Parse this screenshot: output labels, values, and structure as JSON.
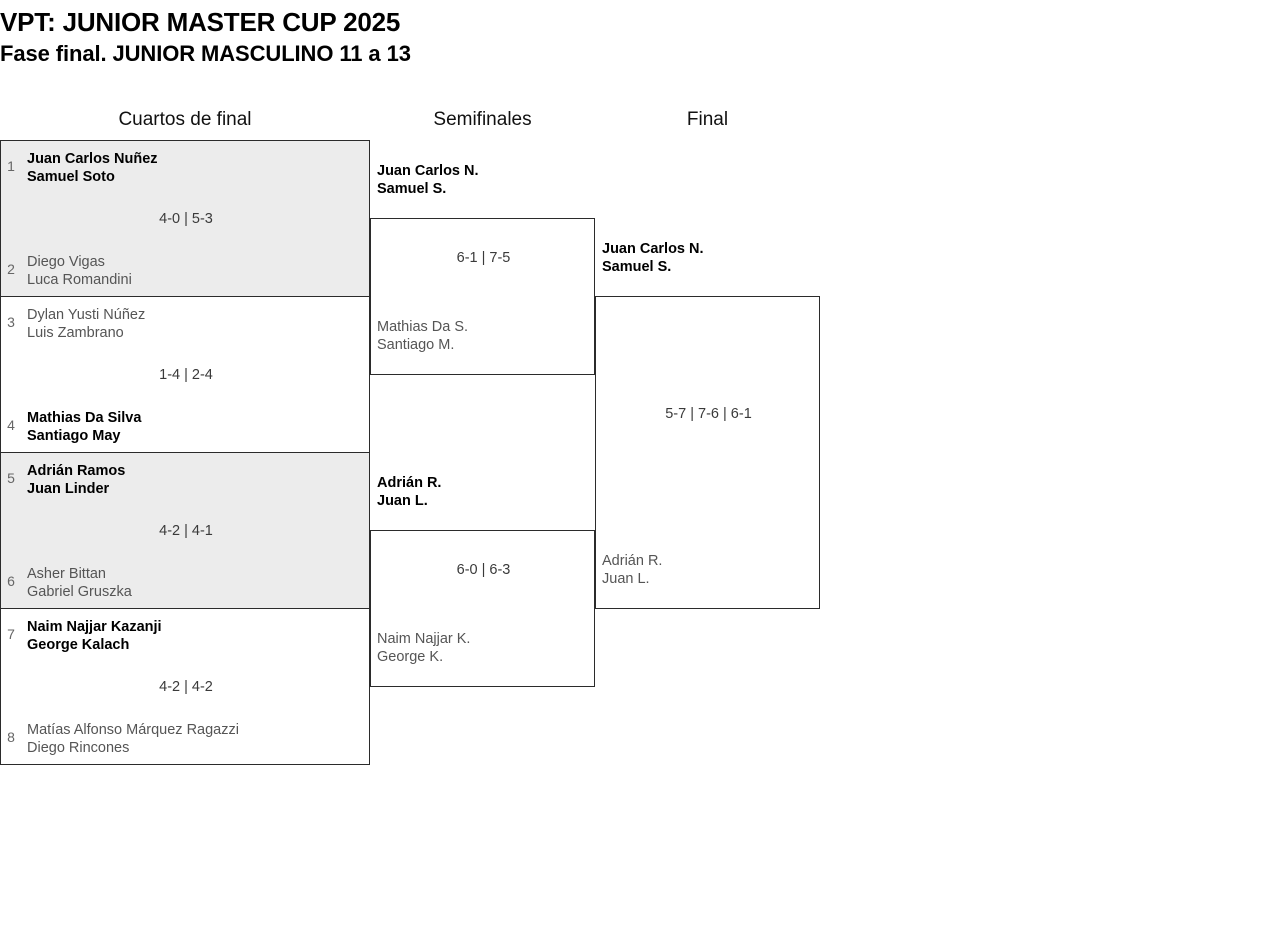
{
  "title": {
    "line1": "VPT: JUNIOR MASTER CUP 2025",
    "line2": "Fase final. JUNIOR MASCULINO 11 a 13"
  },
  "rounds": {
    "quarterfinals_label": "Cuartos de final",
    "semifinals_label": "Semifinales",
    "final_label": "Final"
  },
  "colors": {
    "shaded_row": "#ececec",
    "border": "#2b2b2b",
    "winner_text": "#000000",
    "loser_text": "#555555",
    "score_text": "#3a3a3a",
    "seed_text": "#666666"
  },
  "quarterfinals": [
    {
      "score": "4-0 | 5-3",
      "top": {
        "seed": "1",
        "player1": "Juan Carlos Nuñez",
        "player2": "Samuel Soto",
        "winner": true
      },
      "bottom": {
        "seed": "2",
        "player1": "Diego Vigas",
        "player2": "Luca Romandini",
        "winner": false
      }
    },
    {
      "score": "1-4 | 2-4",
      "top": {
        "seed": "3",
        "player1": "Dylan Yusti Núñez",
        "player2": "Luis Zambrano",
        "winner": false
      },
      "bottom": {
        "seed": "4",
        "player1": "Mathias Da Silva",
        "player2": "Santiago May",
        "winner": true
      }
    },
    {
      "score": "4-2 | 4-1",
      "top": {
        "seed": "5",
        "player1": "Adrián Ramos",
        "player2": "Juan Linder",
        "winner": true
      },
      "bottom": {
        "seed": "6",
        "player1": "Asher Bittan",
        "player2": "Gabriel Gruszka",
        "winner": false
      }
    },
    {
      "score": "4-2 | 4-2",
      "top": {
        "seed": "7",
        "player1": "Naim Najjar Kazanji",
        "player2": "George Kalach",
        "winner": true
      },
      "bottom": {
        "seed": "8",
        "player1": "Matías Alfonso Márquez Ragazzi",
        "player2": "Diego Rincones",
        "winner": false
      }
    }
  ],
  "semifinals": [
    {
      "score": "6-1 | 7-5",
      "top": {
        "player1": "Juan Carlos N.",
        "player2": "Samuel S.",
        "winner": true
      },
      "bottom": {
        "player1": "Mathias Da S.",
        "player2": "Santiago M.",
        "winner": false
      }
    },
    {
      "score": "6-0 | 6-3",
      "top": {
        "player1": "Adrián R.",
        "player2": "Juan L.",
        "winner": true
      },
      "bottom": {
        "player1": "Naim Najjar K.",
        "player2": "George K.",
        "winner": false
      }
    }
  ],
  "final": [
    {
      "score": "5-7 | 7-6 | 6-1",
      "top": {
        "player1": "Juan Carlos N.",
        "player2": "Samuel S.",
        "winner": true
      },
      "bottom": {
        "player1": "Adrián R.",
        "player2": "Juan L.",
        "winner": false
      }
    }
  ]
}
